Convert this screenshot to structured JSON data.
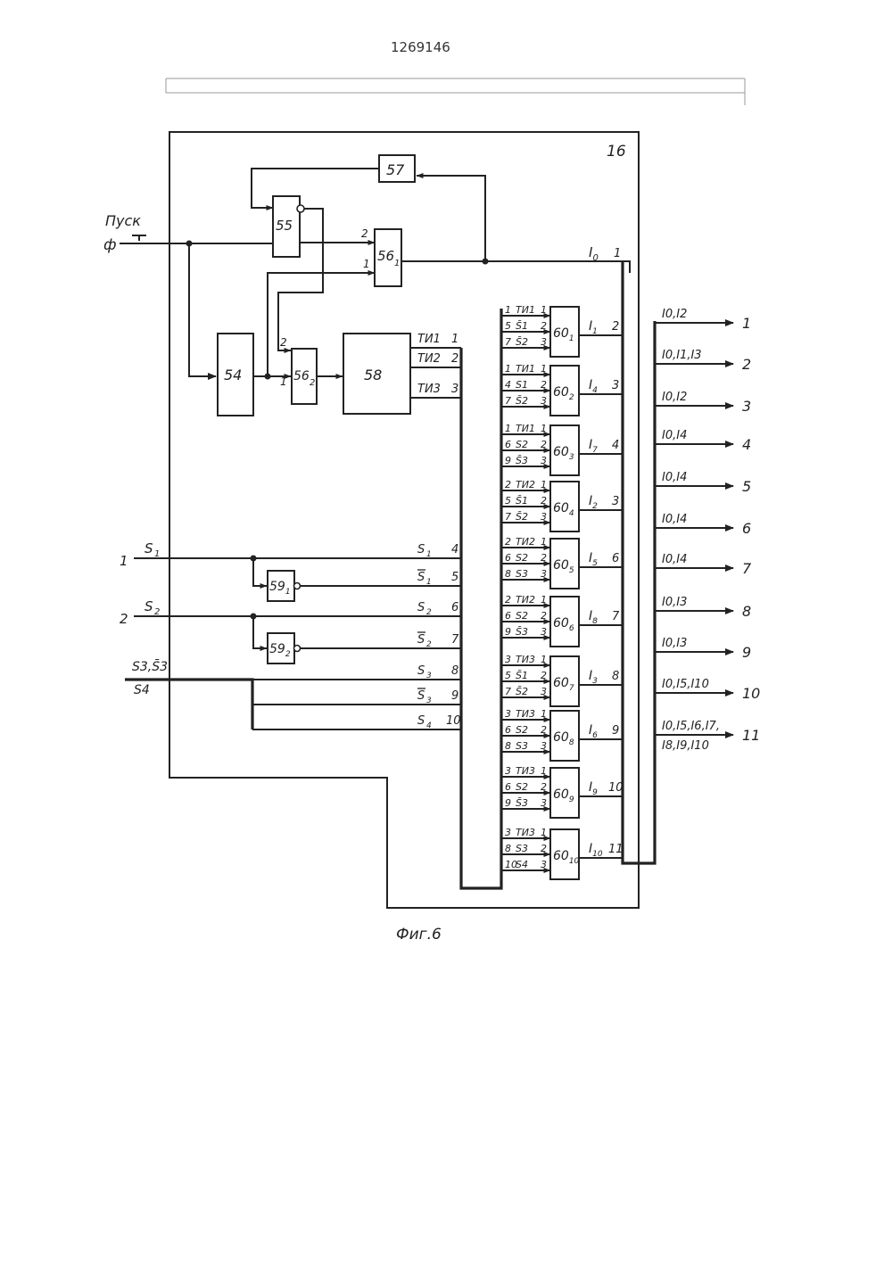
{
  "document": {
    "patent_number": "1269146",
    "figure_caption": "Фиг.6"
  },
  "diagram": {
    "unit_label": "16",
    "start_label": "Пуск",
    "start_symbol": "ф",
    "blocks": {
      "b54": "54",
      "b55": "55",
      "b56_1": "56",
      "b56_1_sub": "1",
      "b56_2": "56",
      "b56_2_sub": "2",
      "b57": "57",
      "b58": "58",
      "b59_1": "59",
      "b59_1_sub": "1",
      "b59_2": "59",
      "b59_2_sub": "2"
    },
    "pin_labels": {
      "p2": "2",
      "p1": "1"
    },
    "i0_label": "I",
    "i0_sub": "0",
    "i0_num": "1",
    "bus_inputs": [
      {
        "name": "ТИ1",
        "num": "1"
      },
      {
        "name": "ТИ2",
        "num": "2"
      },
      {
        "name": "ТИ3",
        "num": "3"
      },
      {
        "name": "S",
        "sub": "1",
        "bar": false,
        "num": "4"
      },
      {
        "name": "S",
        "sub": "1",
        "bar": true,
        "num": "5"
      },
      {
        "name": "S",
        "sub": "2",
        "bar": false,
        "num": "6"
      },
      {
        "name": "S",
        "sub": "2",
        "bar": true,
        "num": "7"
      },
      {
        "name": "S",
        "sub": "3",
        "bar": false,
        "num": "8"
      },
      {
        "name": "S",
        "sub": "3",
        "bar": true,
        "num": "9"
      },
      {
        "name": "S",
        "sub": "4",
        "bar": false,
        "num": "10"
      }
    ],
    "ext_inputs": [
      {
        "num": "1",
        "name": "S",
        "sub": "1"
      },
      {
        "num": "2",
        "name": "S",
        "sub": "2"
      }
    ],
    "ext_input_s3": {
      "line1": "S3,S̄3",
      "line2": "S4"
    },
    "gates_60": [
      {
        "label": "60",
        "sub": "1",
        "out_i": "I",
        "out_sub": "1",
        "out_num": "2",
        "inputs": [
          {
            "num": "1",
            "name": "ТИ1",
            "pin": "1"
          },
          {
            "num": "5",
            "name": "S̄1",
            "pin": "2"
          },
          {
            "num": "7",
            "name": "S̄2",
            "pin": "3"
          }
        ]
      },
      {
        "label": "60",
        "sub": "2",
        "out_i": "I",
        "out_sub": "4",
        "out_num": "3",
        "inputs": [
          {
            "num": "1",
            "name": "ТИ1",
            "pin": "1"
          },
          {
            "num": "4",
            "name": "S1",
            "pin": "2"
          },
          {
            "num": "7",
            "name": "S̄2",
            "pin": "3"
          }
        ]
      },
      {
        "label": "60",
        "sub": "3",
        "out_i": "I",
        "out_sub": "7",
        "out_num": "4",
        "inputs": [
          {
            "num": "1",
            "name": "ТИ1",
            "pin": "1"
          },
          {
            "num": "6",
            "name": "S2",
            "pin": "2"
          },
          {
            "num": "9",
            "name": "S̄3",
            "pin": "3"
          }
        ]
      },
      {
        "label": "60",
        "sub": "4",
        "out_i": "I",
        "out_sub": "2",
        "out_num": "3",
        "inputs": [
          {
            "num": "2",
            "name": "ТИ2",
            "pin": "1"
          },
          {
            "num": "5",
            "name": "S̄1",
            "pin": "2"
          },
          {
            "num": "7",
            "name": "S̄2",
            "pin": "3"
          }
        ]
      },
      {
        "label": "60",
        "sub": "5",
        "out_i": "I",
        "out_sub": "5",
        "out_num": "6",
        "inputs": [
          {
            "num": "2",
            "name": "ТИ2",
            "pin": "1"
          },
          {
            "num": "6",
            "name": "S2",
            "pin": "2"
          },
          {
            "num": "8",
            "name": "S3",
            "pin": "3"
          }
        ]
      },
      {
        "label": "60",
        "sub": "6",
        "out_i": "I",
        "out_sub": "8",
        "out_num": "7",
        "inputs": [
          {
            "num": "2",
            "name": "ТИ2",
            "pin": "1"
          },
          {
            "num": "6",
            "name": "S2",
            "pin": "2"
          },
          {
            "num": "9",
            "name": "S̄3",
            "pin": "3"
          }
        ]
      },
      {
        "label": "60",
        "sub": "7",
        "out_i": "I",
        "out_sub": "3",
        "out_num": "8",
        "inputs": [
          {
            "num": "3",
            "name": "ТИ3",
            "pin": "1"
          },
          {
            "num": "5",
            "name": "S̄1",
            "pin": "2"
          },
          {
            "num": "7",
            "name": "S̄2",
            "pin": "3"
          }
        ]
      },
      {
        "label": "60",
        "sub": "8",
        "out_i": "I",
        "out_sub": "6",
        "out_num": "9",
        "inputs": [
          {
            "num": "3",
            "name": "ТИ3",
            "pin": "1"
          },
          {
            "num": "6",
            "name": "S2",
            "pin": "2"
          },
          {
            "num": "8",
            "name": "S3",
            "pin": "3"
          }
        ]
      },
      {
        "label": "60",
        "sub": "9",
        "out_i": "I",
        "out_sub": "9",
        "out_num": "10",
        "inputs": [
          {
            "num": "3",
            "name": "ТИ3",
            "pin": "1"
          },
          {
            "num": "6",
            "name": "S2",
            "pin": "2"
          },
          {
            "num": "9",
            "name": "S̄3",
            "pin": "3"
          }
        ]
      },
      {
        "label": "60",
        "sub": "10",
        "out_i": "I",
        "out_sub": "10",
        "out_num": "11",
        "inputs": [
          {
            "num": "3",
            "name": "ТИ3",
            "pin": "1"
          },
          {
            "num": "8",
            "name": "S3",
            "pin": "2"
          },
          {
            "num": "10",
            "name": "S4",
            "pin": "3"
          }
        ]
      }
    ],
    "outputs": [
      {
        "label": "I0,I2",
        "num": "1"
      },
      {
        "label": "I0,I1,I3",
        "num": "2"
      },
      {
        "label": "I0,I2",
        "num": "3"
      },
      {
        "label": "I0,I4",
        "num": "4"
      },
      {
        "label": "I0,I4",
        "num": "5"
      },
      {
        "label": "I0,I4",
        "num": "6"
      },
      {
        "label": "I0,I4",
        "num": "7"
      },
      {
        "label": "I0,I3",
        "num": "8"
      },
      {
        "label": "I0,I3",
        "num": "9"
      },
      {
        "label": "I0,I5,I10",
        "num": "10"
      },
      {
        "label": "I0,I5,I6,I7,",
        "label2": "I8,I9,I10",
        "num": "11"
      }
    ]
  }
}
